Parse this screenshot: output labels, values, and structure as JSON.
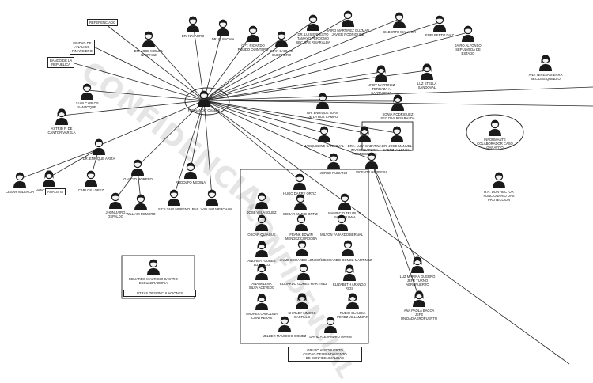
{
  "colors": {
    "line": "#2a2a2a",
    "figure": "#1a1a1a",
    "box_border": "#222222"
  },
  "watermark": "CONFIDENCIAL",
  "nodes": [
    {
      "id": "fernando",
      "label": "FERNANDO OVALLE"
    },
    {
      "id": "referenciado",
      "label": "REFERENCIADO"
    },
    {
      "id": "uiaf",
      "label": "UNIDAD DE\nANALISIS\nFINANCIERO"
    },
    {
      "id": "banco",
      "label": "BANCO DE LA\nREPUBLICA"
    },
    {
      "id": "jose_miguel",
      "label": "DR. JOSE MIGUEL\nNARVAEZ"
    },
    {
      "id": "nieto",
      "label": "DR. NAVARRO"
    },
    {
      "id": "quindio",
      "label": "DR. QUINCHIA"
    },
    {
      "id": "ricardo",
      "label": "CPT. RICARDO\nPULIDO QUINTERO"
    },
    {
      "id": "juan_carlos_gs",
      "label": "JUAN CARLOS\nGUERRERO"
    },
    {
      "id": "luis_ernesto",
      "label": "DR. LUIS ERNESTO\nTAMAYO PERDOMO\nSEC DAS RISARALDA"
    },
    {
      "id": "jairo_martinez",
      "label": "JAIRO MARTINEZ GUZMAN\nJAVIER RODRIGUEZ"
    },
    {
      "id": "gilberto",
      "label": "GILBERTO MALAVER"
    },
    {
      "id": "edelberto",
      "label": "EDELBERTO DIAZ"
    },
    {
      "id": "jairo_alfonso",
      "label": "JAIRO ALFONSO\nSEPULVEDA DE\nESTADO"
    },
    {
      "id": "ana_teresa",
      "label": "ANA TERESA SIERRA\nSEC DAS QUINDIO"
    },
    {
      "id": "juan_carlos_s",
      "label": "JUAN CARLOS\nSANTOQUE"
    },
    {
      "id": "astrid",
      "label": "ASTRID P. DE\nCANTOR VARELA"
    },
    {
      "id": "lindy",
      "label": "LINDY MARTINEZ\nTERRAZA A\nCARTAGENA"
    },
    {
      "id": "luz_stella",
      "label": "LUZ STELLA\nSANDOVAL"
    },
    {
      "id": "enrique_galvis",
      "label": "DR. ENRIQUE JUAN\nDE LA HOZ CAMPO"
    },
    {
      "id": "sonia",
      "label": "SONIA RODRIGUEZ\nSEC DAS RISARALDA"
    },
    {
      "id": "informante",
      "label": "INFORMANTE\nCOLABORADOR CASO\nGARAVITO"
    },
    {
      "id": "jacqueline",
      "label": "JACQUELINE SANDOVAL"
    },
    {
      "id": "luja",
      "label": "DRA. LUJA SABATINA\nINVESTIGATORIA\nPORNOGRAFIA"
    },
    {
      "id": "jose_manuel",
      "label": "DR. JOSE MANUEL\nSAENZ VALENCIA"
    },
    {
      "id": "enrique_ariza",
      "label": "DR. ENRIQUE ARIZA"
    },
    {
      "id": "cesar",
      "label": "CESAR VALENCIA"
    },
    {
      "id": "nancy",
      "label": "NANCY ROMERO"
    },
    {
      "id": "analista",
      "label": "ANALISTA"
    },
    {
      "id": "carlos_lopez",
      "label": "CARLOS LOPEZ"
    },
    {
      "id": "ignacio",
      "label": "IGNACIO MORENO"
    },
    {
      "id": "rodolfo",
      "label": "RODOLFO MEDINA"
    },
    {
      "id": "jose_jairo",
      "label": "JHON JAIRO\nOSPALDO"
    },
    {
      "id": "wilson",
      "label": "WILLIAM ROMERO"
    },
    {
      "id": "jorge_rubiano",
      "label": "JORGE RUBIANO"
    },
    {
      "id": "vicente",
      "label": "VICENTE HERRERA"
    },
    {
      "id": "yair",
      "label": "SICS YAIR MORENO"
    },
    {
      "id": "william_m",
      "label": "PNS. WILLIAM MERCHAN"
    },
    {
      "id": "hugo",
      "label": "HUGO DARRY ORTIZ"
    },
    {
      "id": "jose_velasquez",
      "label": "JOSE VELASQUEZ"
    },
    {
      "id": "edgar",
      "label": "EDGAR MARIO ORTIZ"
    },
    {
      "id": "mauricio",
      "label": "MAURICIO TRUJILLO\nBARRIGUANA"
    },
    {
      "id": "oscar",
      "label": "OSCAR QUIAQUE"
    },
    {
      "id": "frank",
      "label": "FRANK EDWIN\nMENDEZ CORDOBA"
    },
    {
      "id": "milton",
      "label": "MILTON FAJARDO BERNAL"
    },
    {
      "id": "andrea_flores",
      "label": "ANDREA FLORES\nLIZARAZO"
    },
    {
      "id": "jaime",
      "label": "JAIME EDUARDO LONDOÑO"
    },
    {
      "id": "eduardo_mtz",
      "label": "EDUARDO GOMEZ MARTINEZ"
    },
    {
      "id": "ana_mejia",
      "label": "ANA MILENA\nSILVA ACEVEDO"
    },
    {
      "id": "eduardo_g",
      "label": "EDUARDO GOMEZ MARTINEZ"
    },
    {
      "id": "elizabeth",
      "label": "ELIZABETH ARANGO\nRIOS"
    },
    {
      "id": "andrea_c",
      "label": "ANDREA CAROLINA\nCONTRERAS"
    },
    {
      "id": "shirley",
      "label": "SHIRLEY LIMEGO\nCASTILLO"
    },
    {
      "id": "rubio",
      "label": "RUBIO CLAUDIA\nPEREZ VILLAMIZAR"
    },
    {
      "id": "jelber",
      "label": "JELBER MAURICIO GOMEZ"
    },
    {
      "id": "david",
      "label": "DAVID ALEJANDRO MARIN"
    },
    {
      "id": "eduardo_castro",
      "label": "EDUARDO MAURICIO CASTRO\nESCUADRADURIA"
    },
    {
      "id": "luz_marina",
      "label": "LUZ MARINA GUERRO\nJEFE TURNO\nAEROPUERTO"
    },
    {
      "id": "ana_paola",
      "label": "ANA PAOLA BACCA\nJEFE\nUNIDAD AEROPUERTO"
    },
    {
      "id": "h_director",
      "label": "H.N. DON RECTOR\nFUNCIONARIO DAS\nPROTECCION"
    }
  ],
  "boxes": {
    "otras_desvinculaciones": "OTRAS DESVINCULACIONES",
    "grupo_aeropuerto": "GRUPO AEROPUERTO\nCIUDAD DESPLAZAMIENTO\nDE CONFIDENCIALIDAD"
  }
}
